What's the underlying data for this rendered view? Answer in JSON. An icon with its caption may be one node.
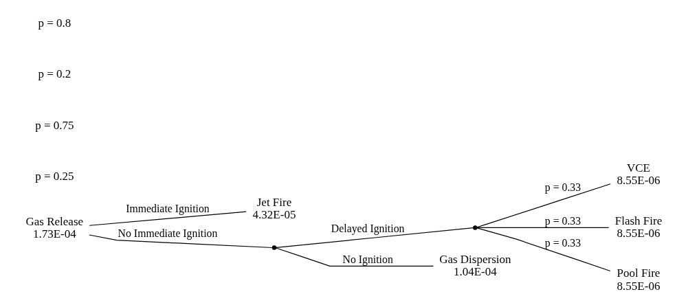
{
  "diagram": {
    "nodes": [
      {
        "text": [
          "Gas Release",
          "1.73E-04"
        ]
      },
      {
        "text": [
          "Jet Fire",
          "4.32E-05"
        ]
      },
      {
        "text": [],
        "shape": "point"
      },
      {
        "text": [],
        "shape": "point"
      },
      {
        "text": [
          "VCE",
          "8.55E-06"
        ]
      },
      {
        "text": [
          "Flash Fire",
          "8.55E-06"
        ]
      },
      {
        "text": [
          "Pool Fire",
          "8.55E-06"
        ]
      },
      {
        "text": [
          "Gas Dispersion",
          "1.04E-04"
        ]
      }
    ],
    "edges": [
      {
        "from": 0,
        "to": 1,
        "arrow": "none",
        "label": "Immediate Ignition"
      },
      {
        "from": 0,
        "to": 2,
        "arrow": "none",
        "label": "No Immediate Ignition"
      },
      {
        "from": 2,
        "to": 3,
        "arrow": "none",
        "label": "Delayed Ignition"
      },
      {
        "from": 3,
        "to": 4,
        "arrow": "none",
        "label": "p = 0.33"
      },
      {
        "from": 3,
        "to": 5,
        "arrow": "none",
        "label": "p = 0.33"
      },
      {
        "from": 3,
        "to": 6,
        "arrow": "none",
        "label": "p = 0.33"
      },
      {
        "from": 2,
        "to": 7,
        "arrow": "none",
        "label": "No Ignition"
      }
    ],
    "labels": [
      "p = 0.25",
      "p = 0.75",
      "p = 0.2",
      "p = 0.8"
    ]
  }
}
